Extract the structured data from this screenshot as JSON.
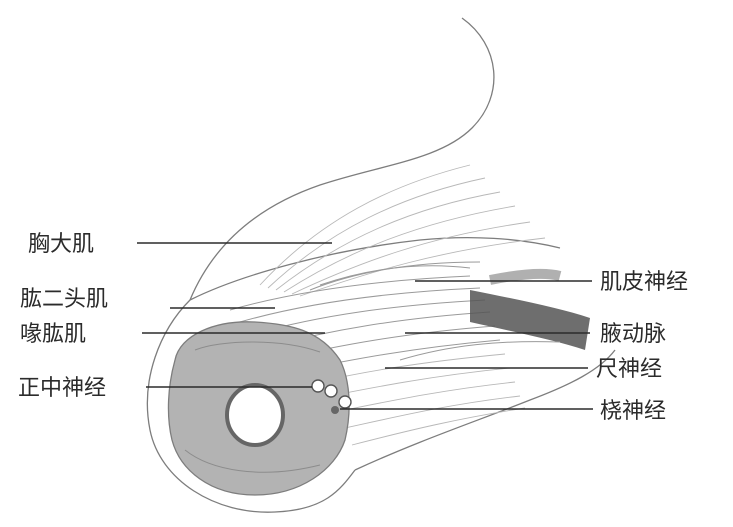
{
  "labels": {
    "pectoralis_major": "胸大肌",
    "biceps_brachii": "肱二头肌",
    "coracobrachialis": "喙肱肌",
    "median_nerve": "正中神经",
    "musculocutaneous_nerve": "肌皮神经",
    "axillary_artery": "腋动脉",
    "ulnar_nerve": "尺神经",
    "radial_nerve": "桡神经"
  },
  "colors": {
    "text": "#2b2b2b",
    "cut_surface": "#b3b3b3",
    "artery": "#555555",
    "outline": "#7d7d7d"
  }
}
